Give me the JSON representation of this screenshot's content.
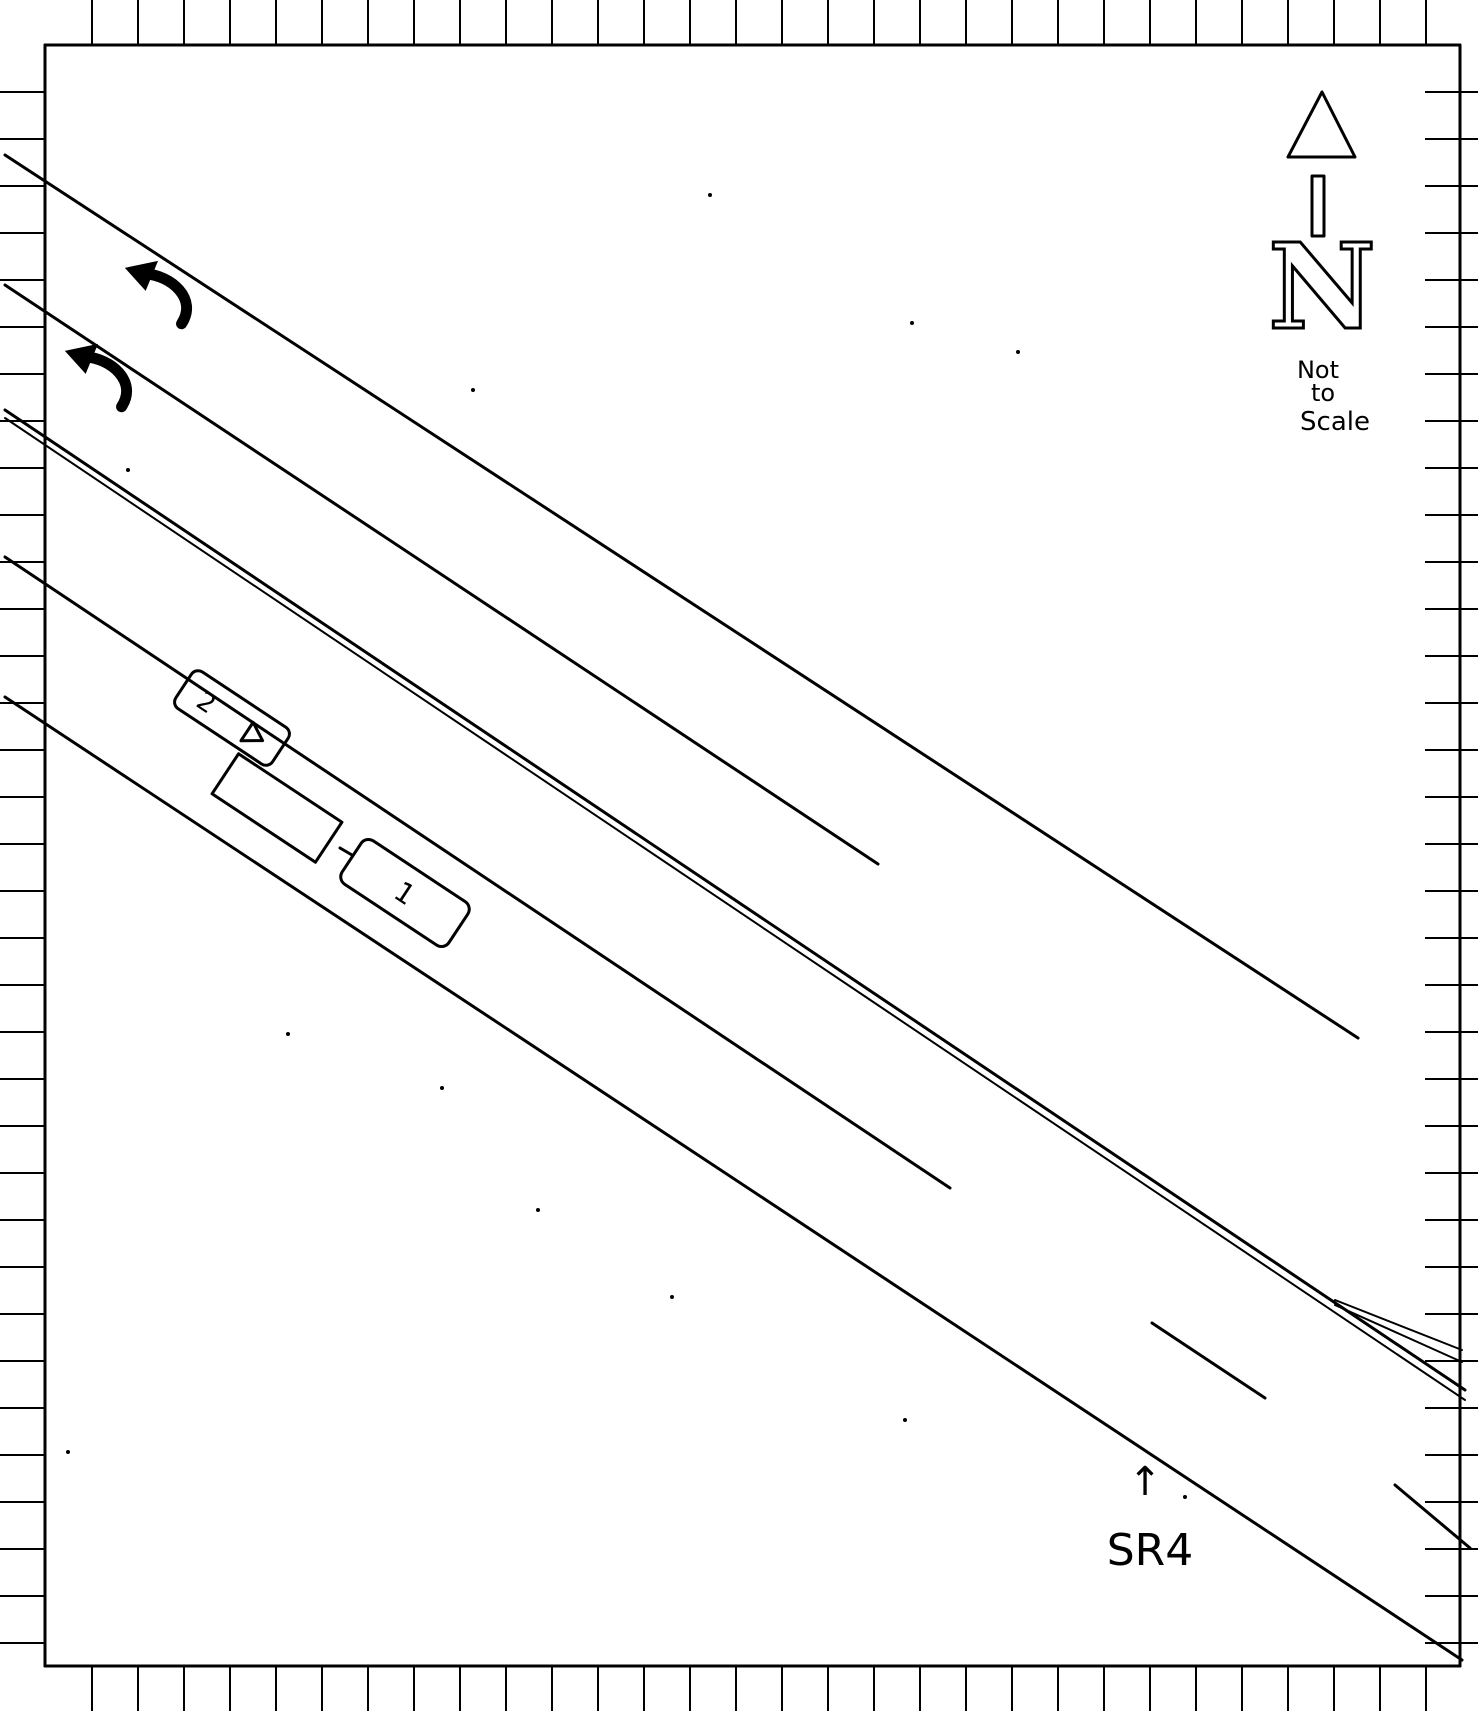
{
  "diagram": {
    "north_arrow": {
      "letter": "N",
      "note_lines": [
        "Not",
        "to",
        "Scale"
      ]
    },
    "vehicles": [
      {
        "id": "vehicle-1",
        "label": "1"
      },
      {
        "id": "vehicle-2",
        "label": "2"
      }
    ],
    "road": {
      "label": "SR4",
      "pointer": "↑"
    },
    "turn_arrows": [
      "curved-left-arrow",
      "curved-left-arrow"
    ]
  }
}
